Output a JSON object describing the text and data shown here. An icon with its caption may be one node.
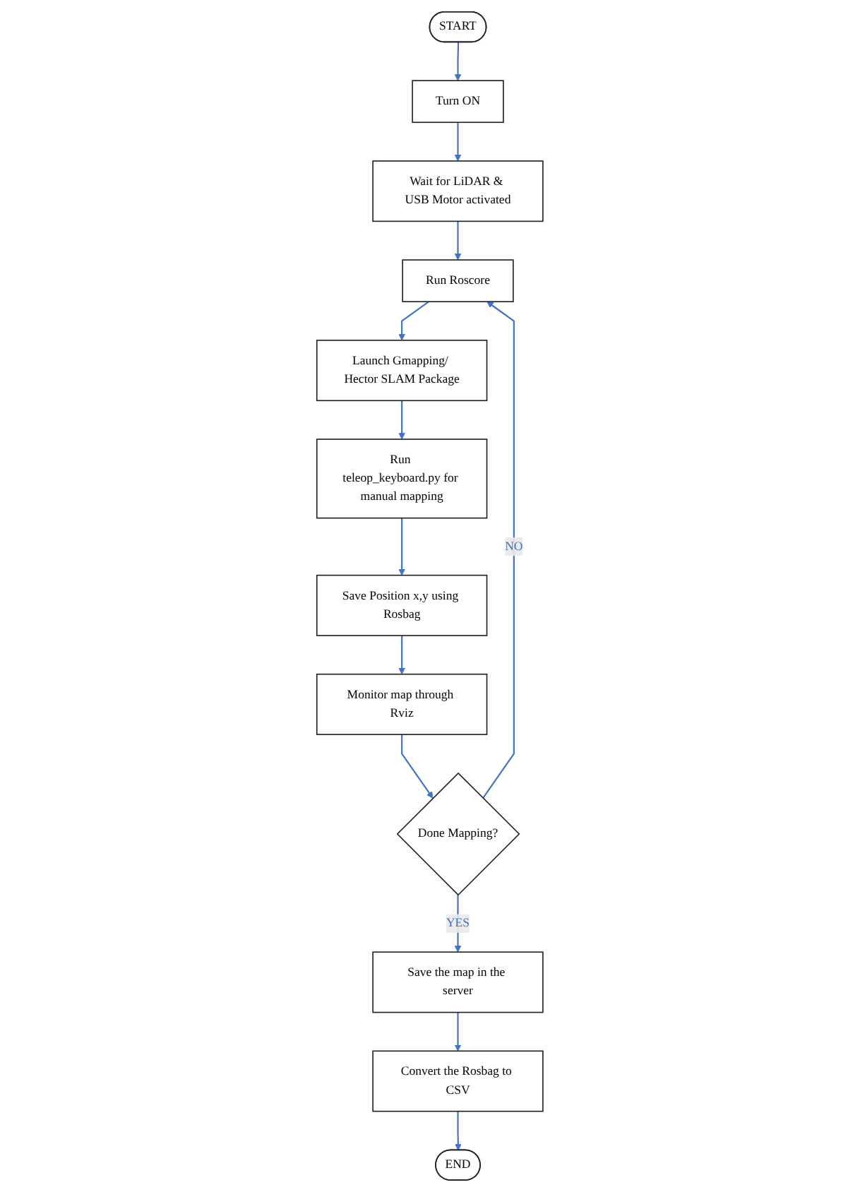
{
  "diagram": {
    "nodes": [
      {
        "text": [
          "START"
        ]
      },
      {
        "text": [
          "Turn ON"
        ]
      },
      {
        "text": [
          "Wait for LiDAR & USB Motor activated"
        ]
      },
      {
        "text": [
          "Run Roscore"
        ]
      },
      {
        "text": [
          "Launch Gmapping/ Hector SLAM Package"
        ]
      },
      {
        "text": [
          "Run teleop_keyboard.py for manual mapping"
        ]
      },
      {
        "text": [
          "Save Position x,y using Rosbag"
        ]
      },
      {
        "text": [
          "Monitor map through Rviz"
        ]
      },
      {
        "text": [
          "Done Mapping?"
        ]
      },
      {
        "text": [
          "Save the map in the server"
        ]
      },
      {
        "text": [
          "Convert the Rosbag to CSV"
        ]
      },
      {
        "text": [
          "END"
        ]
      }
    ],
    "edges": [
      {
        "from": 0,
        "to": 1,
        "arrow": "to"
      },
      {
        "from": 1,
        "to": 2,
        "arrow": "to"
      },
      {
        "from": 2,
        "to": 3,
        "arrow": "to"
      },
      {
        "from": 3,
        "to": 4,
        "arrow": "to"
      },
      {
        "from": 4,
        "to": 5,
        "arrow": "to"
      },
      {
        "from": 5,
        "to": 6,
        "arrow": "to"
      },
      {
        "from": 6,
        "to": 7,
        "arrow": "to"
      },
      {
        "from": 7,
        "to": 8,
        "arrow": "to"
      },
      {
        "from": 8,
        "to": 3,
        "label": "NO",
        "arrow": "to"
      },
      {
        "from": 8,
        "to": 9,
        "label": "YES",
        "arrow": "to"
      },
      {
        "from": 9,
        "to": 10,
        "arrow": "to"
      },
      {
        "from": 10,
        "to": 11,
        "arrow": "to"
      }
    ]
  }
}
